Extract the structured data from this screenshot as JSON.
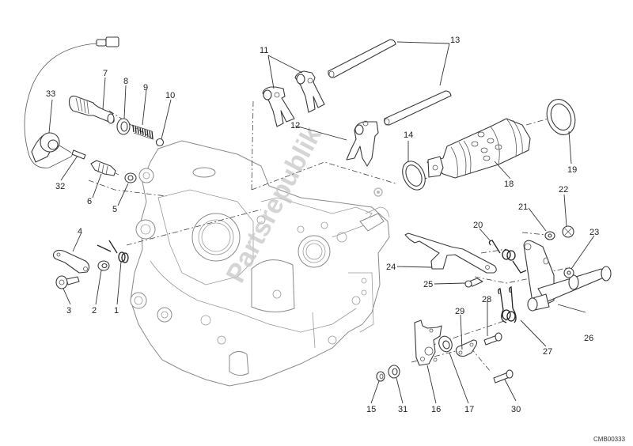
{
  "diagram": {
    "title": "Gear change mechanism exploded view",
    "drawing_code": "CMB00333",
    "watermark_text": "Partsrepublik",
    "colors": {
      "line": "#3a3a3a",
      "case": "#8a8a8a",
      "watermark": "#c8c8c8",
      "background": "#ffffff"
    },
    "callouts": [
      {
        "id": "1",
        "text": "1"
      },
      {
        "id": "2",
        "text": "2"
      },
      {
        "id": "3",
        "text": "3"
      },
      {
        "id": "4",
        "text": "4"
      },
      {
        "id": "5",
        "text": "5"
      },
      {
        "id": "6",
        "text": "6"
      },
      {
        "id": "7",
        "text": "7"
      },
      {
        "id": "8",
        "text": "8"
      },
      {
        "id": "9",
        "text": "9"
      },
      {
        "id": "10",
        "text": "10"
      },
      {
        "id": "11",
        "text": "11"
      },
      {
        "id": "12",
        "text": "12"
      },
      {
        "id": "13",
        "text": "13"
      },
      {
        "id": "14",
        "text": "14"
      },
      {
        "id": "15",
        "text": "15"
      },
      {
        "id": "16",
        "text": "16"
      },
      {
        "id": "17",
        "text": "17"
      },
      {
        "id": "18",
        "text": "18"
      },
      {
        "id": "19",
        "text": "19"
      },
      {
        "id": "20",
        "text": "20"
      },
      {
        "id": "21",
        "text": "21"
      },
      {
        "id": "22",
        "text": "22"
      },
      {
        "id": "23",
        "text": "23"
      },
      {
        "id": "24",
        "text": "24"
      },
      {
        "id": "25",
        "text": "25"
      },
      {
        "id": "26",
        "text": "26"
      },
      {
        "id": "27",
        "text": "27"
      },
      {
        "id": "28",
        "text": "28"
      },
      {
        "id": "29",
        "text": "29"
      },
      {
        "id": "30",
        "text": "30"
      },
      {
        "id": "31",
        "text": "31"
      },
      {
        "id": "32",
        "text": "32"
      },
      {
        "id": "33",
        "text": "33"
      }
    ]
  }
}
